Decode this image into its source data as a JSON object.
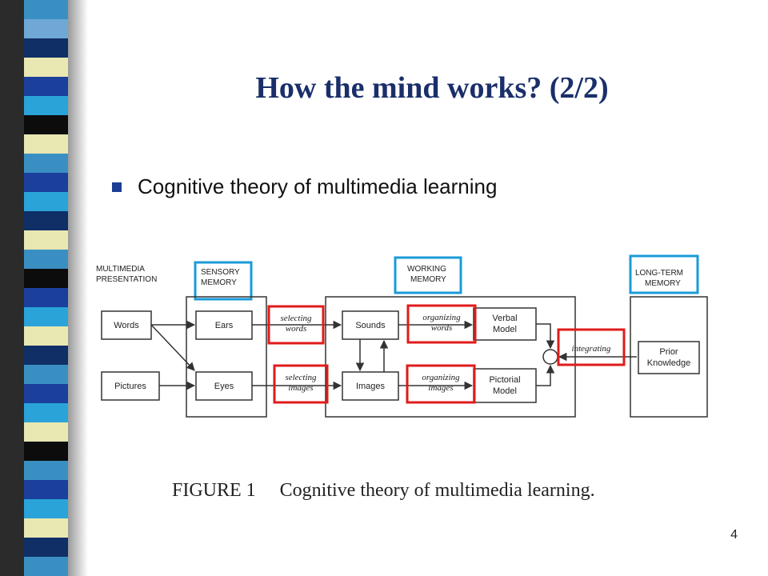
{
  "slide": {
    "title": "How the mind works? (2/2)",
    "bullet": "Cognitive theory of multimedia learning",
    "page_number": "4"
  },
  "caption": {
    "figure_label": "FIGURE 1",
    "text": "Cognitive theory of multimedia learning."
  },
  "diagram": {
    "column_headers": {
      "presentation_line1": "MULTIMEDIA",
      "presentation_line2": "PRESENTATION",
      "sensory_line1": "SENSORY",
      "sensory_line2": "MEMORY",
      "working_line1": "WORKING",
      "working_line2": "MEMORY",
      "longterm_line1": "LONG-TERM",
      "longterm_line2": "MEMORY"
    },
    "boxes": {
      "words": "Words",
      "pictures": "Pictures",
      "ears": "Ears",
      "eyes": "Eyes",
      "sounds": "Sounds",
      "images": "Images",
      "verbal_line1": "Verbal",
      "verbal_line2": "Model",
      "pictorial_line1": "Pictorial",
      "pictorial_line2": "Model",
      "prior_line1": "Prior",
      "prior_line2": "Knowledge"
    },
    "processes": {
      "selecting_words_line1": "selecting",
      "selecting_words_line2": "words",
      "selecting_images_line1": "selecting",
      "selecting_images_line2": "images",
      "organizing_words_line1": "organizing",
      "organizing_words_line2": "words",
      "organizing_images_line1": "organizing",
      "organizing_images_line2": "images",
      "integrating": "integrating"
    },
    "colors": {
      "header_highlight": "#1a9bd7",
      "process_highlight": "#e01b1b",
      "line": "#333333"
    }
  },
  "strip_colors": [
    "#3a8fc2",
    "#6fa8d6",
    "#0f2f66",
    "#e9e7b2",
    "#1a3f9c",
    "#2aa3d8",
    "#0c0c0c",
    "#e9e7b2",
    "#3a8fc2",
    "#1a3f9c",
    "#2aa3d8",
    "#0f2f66",
    "#e9e7b2",
    "#3a8fc2",
    "#0c0c0c",
    "#1a3f9c",
    "#2aa3d8",
    "#e9e7b2",
    "#0f2f66",
    "#3a8fc2",
    "#1a3f9c",
    "#2aa3d8",
    "#e9e7b2",
    "#0c0c0c",
    "#3a8fc2",
    "#1a3f9c",
    "#2aa3d8",
    "#e9e7b2",
    "#0f2f66",
    "#3a8fc2"
  ]
}
